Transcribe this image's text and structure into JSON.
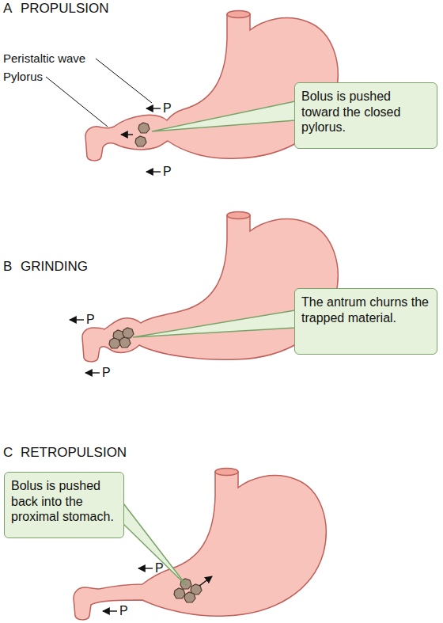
{
  "diagram": {
    "nodes": [
      {
        "text": [
          "Bolus is pushed toward the closed pylorus."
        ]
      },
      {
        "text": [
          "The antrum churns the trapped material."
        ]
      },
      {
        "text": [
          "Bolus is pushed back into the proximal stomach."
        ]
      }
    ],
    "labels": [
      "A",
      "PROPULSION",
      "Peristaltic wave",
      "Pylorus",
      "P",
      "P",
      "B",
      "GRINDING",
      "P",
      "P",
      "C",
      "RETROPULSION",
      "P",
      "P"
    ]
  }
}
